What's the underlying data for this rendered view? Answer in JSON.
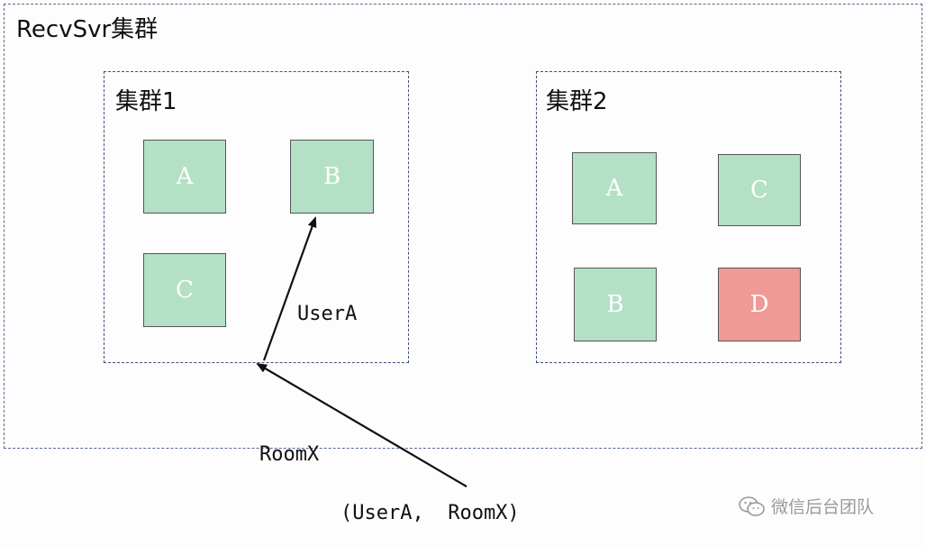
{
  "diagram": {
    "outer_cluster": {
      "label": "RecvSvr集群"
    },
    "cluster1": {
      "label": "集群1",
      "nodes": [
        "A",
        "B",
        "C"
      ]
    },
    "cluster2": {
      "label": "集群2",
      "nodes": [
        "A",
        "C",
        "B",
        "D"
      ]
    },
    "labels": {
      "user_a": "UserA",
      "room_x": "RoomX",
      "request": "(UserA,  RoomX)"
    },
    "watermark": "微信后台团队"
  },
  "colors": {
    "node_normal": "#b4e0c6",
    "node_alert": "#f09a98",
    "dashed_border": "#3f4f7a"
  },
  "icons": [
    "wechat-icon"
  ]
}
